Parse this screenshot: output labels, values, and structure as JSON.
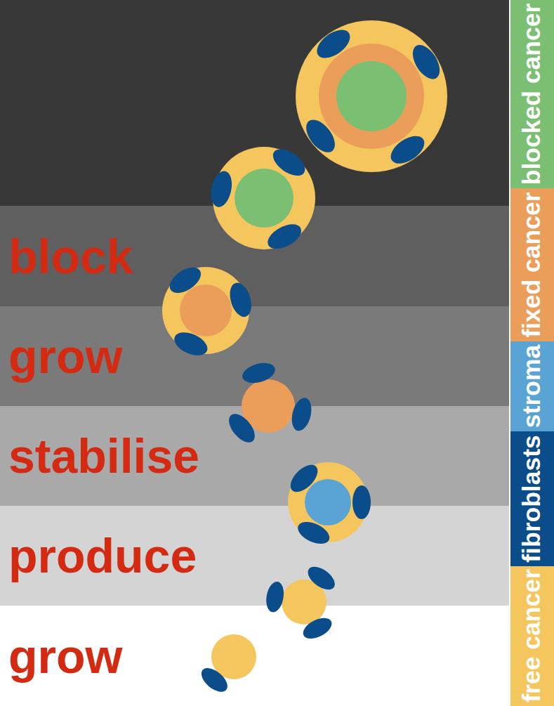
{
  "diagram": {
    "nodes": [
      {
        "text": [
          "block"
        ]
      },
      {
        "text": [
          "grow"
        ]
      },
      {
        "text": [
          "stabilise"
        ]
      },
      {
        "text": [
          "produce"
        ]
      },
      {
        "text": [
          "grow"
        ]
      }
    ],
    "legend": [
      {
        "text": "blocked cancer",
        "color": "#7bbf72"
      },
      {
        "text": "fixed cancer",
        "color": "#eb9e5a"
      },
      {
        "text": "stroma",
        "color": "#5aa4d5"
      },
      {
        "text": "fibroblasts",
        "color": "#0b4d8a"
      },
      {
        "text": "free cancer",
        "color": "#f6c65e"
      }
    ]
  }
}
